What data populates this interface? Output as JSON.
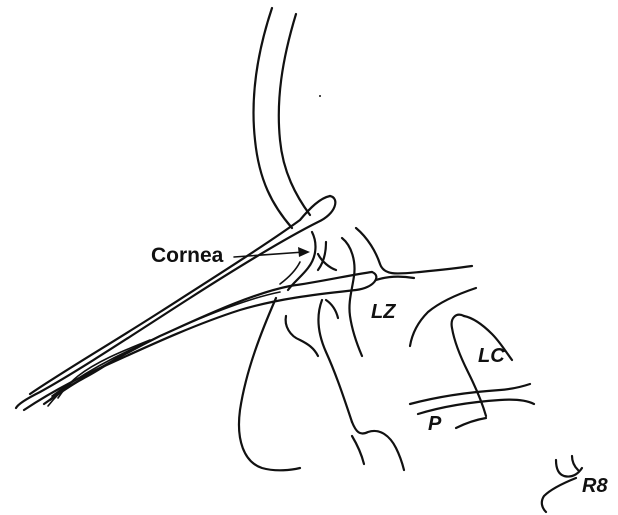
{
  "labels": {
    "cornea": "Cornea",
    "lz": "LZ",
    "lc": "LC",
    "p": "P",
    "figure_id": "R8"
  }
}
